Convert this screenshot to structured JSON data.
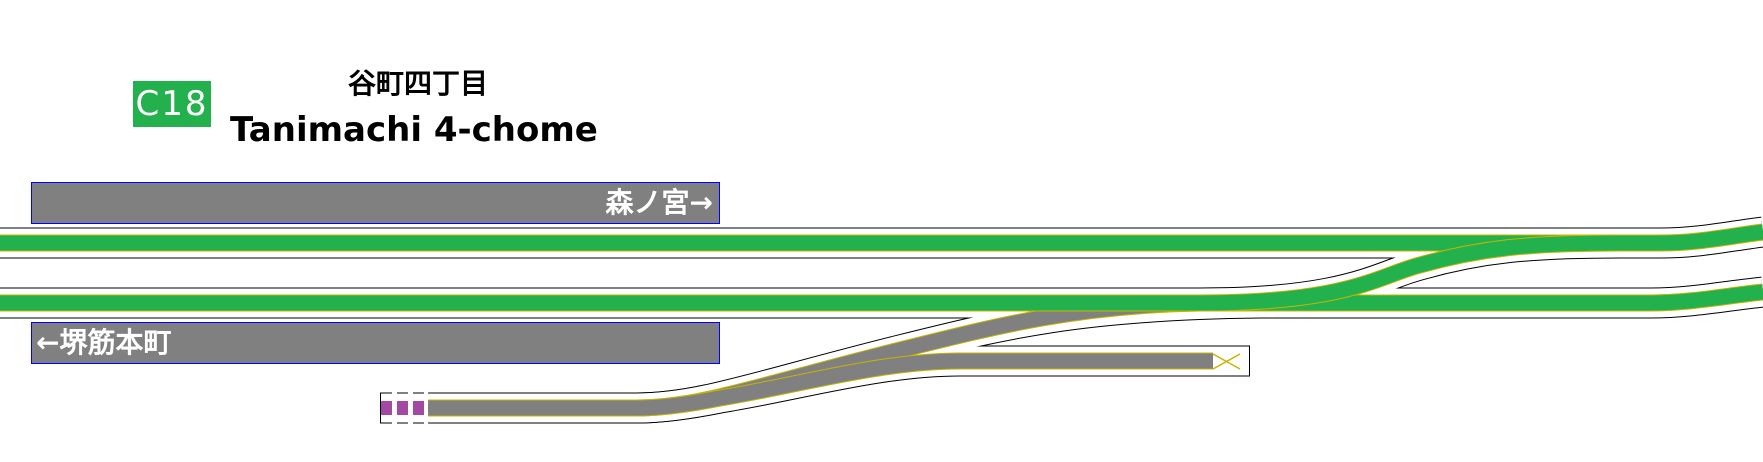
{
  "station": {
    "code": "C18",
    "name_ja": "谷町四丁目",
    "name_en": "Tanimachi 4-chome",
    "line_color": "#22b14c"
  },
  "directions": {
    "eastbound": "森ノ宮→",
    "westbound": "←堺筋本町"
  },
  "colors": {
    "main_track": "#22b14c",
    "siding_track": "#808080",
    "track_edge": "#c8b400",
    "buffer_stop": "#a349a4",
    "direction_box": "#808080",
    "direction_border": "#0000ff"
  }
}
